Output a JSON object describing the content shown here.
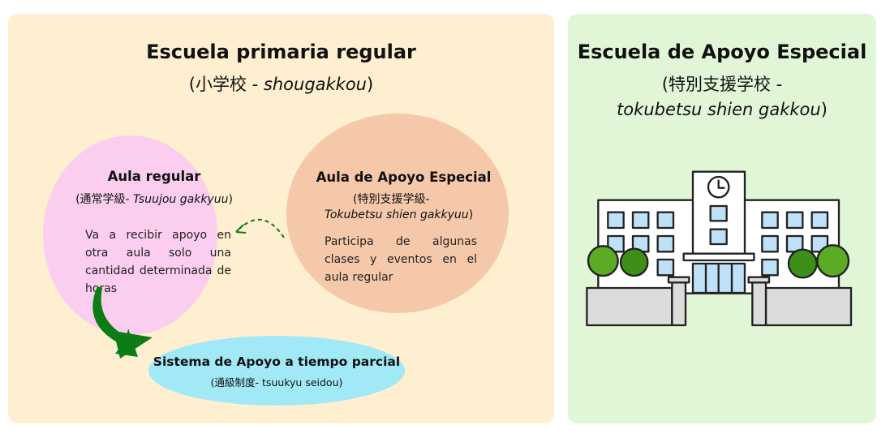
{
  "regular_school": {
    "title": "Escuela primaria regular",
    "subtitle_jp": "(小学校 - ",
    "subtitle_romaji": "shougakkou",
    "subtitle_end": ")"
  },
  "special_school": {
    "title": "Escuela de Apoyo Especial",
    "subtitle_line1": "(特別支援学校 -",
    "subtitle_romaji": "tokubetsu shien gakkou",
    "subtitle_end": ")"
  },
  "regular_class": {
    "title": "Aula regular",
    "jp": "(通常学級- ",
    "romaji": "Tsuujou gakkyuu",
    "end": ")",
    "description": "Va a recibir apoyo en otra aula solo una cantidad determinada de horas"
  },
  "special_class": {
    "title": "Aula de Apoyo Especial",
    "jp": "(特別支援学級-",
    "romaji": "Tokubetsu shien gakkyuu",
    "end": ")",
    "description": "Participa de algunas clases y eventos en el aula regular"
  },
  "part_time": {
    "title": "Sistema de Apoyo a tiempo parcial",
    "subtitle": "(通級制度- tsuukyu seidou)"
  },
  "colors": {
    "left_bg": "#fdefd0",
    "right_bg": "#e0f6d6",
    "pink": "#fbcdee",
    "peach": "#f5c8aa",
    "cyan": "#a2e9f7",
    "arrow_green": "#0a7d14"
  }
}
